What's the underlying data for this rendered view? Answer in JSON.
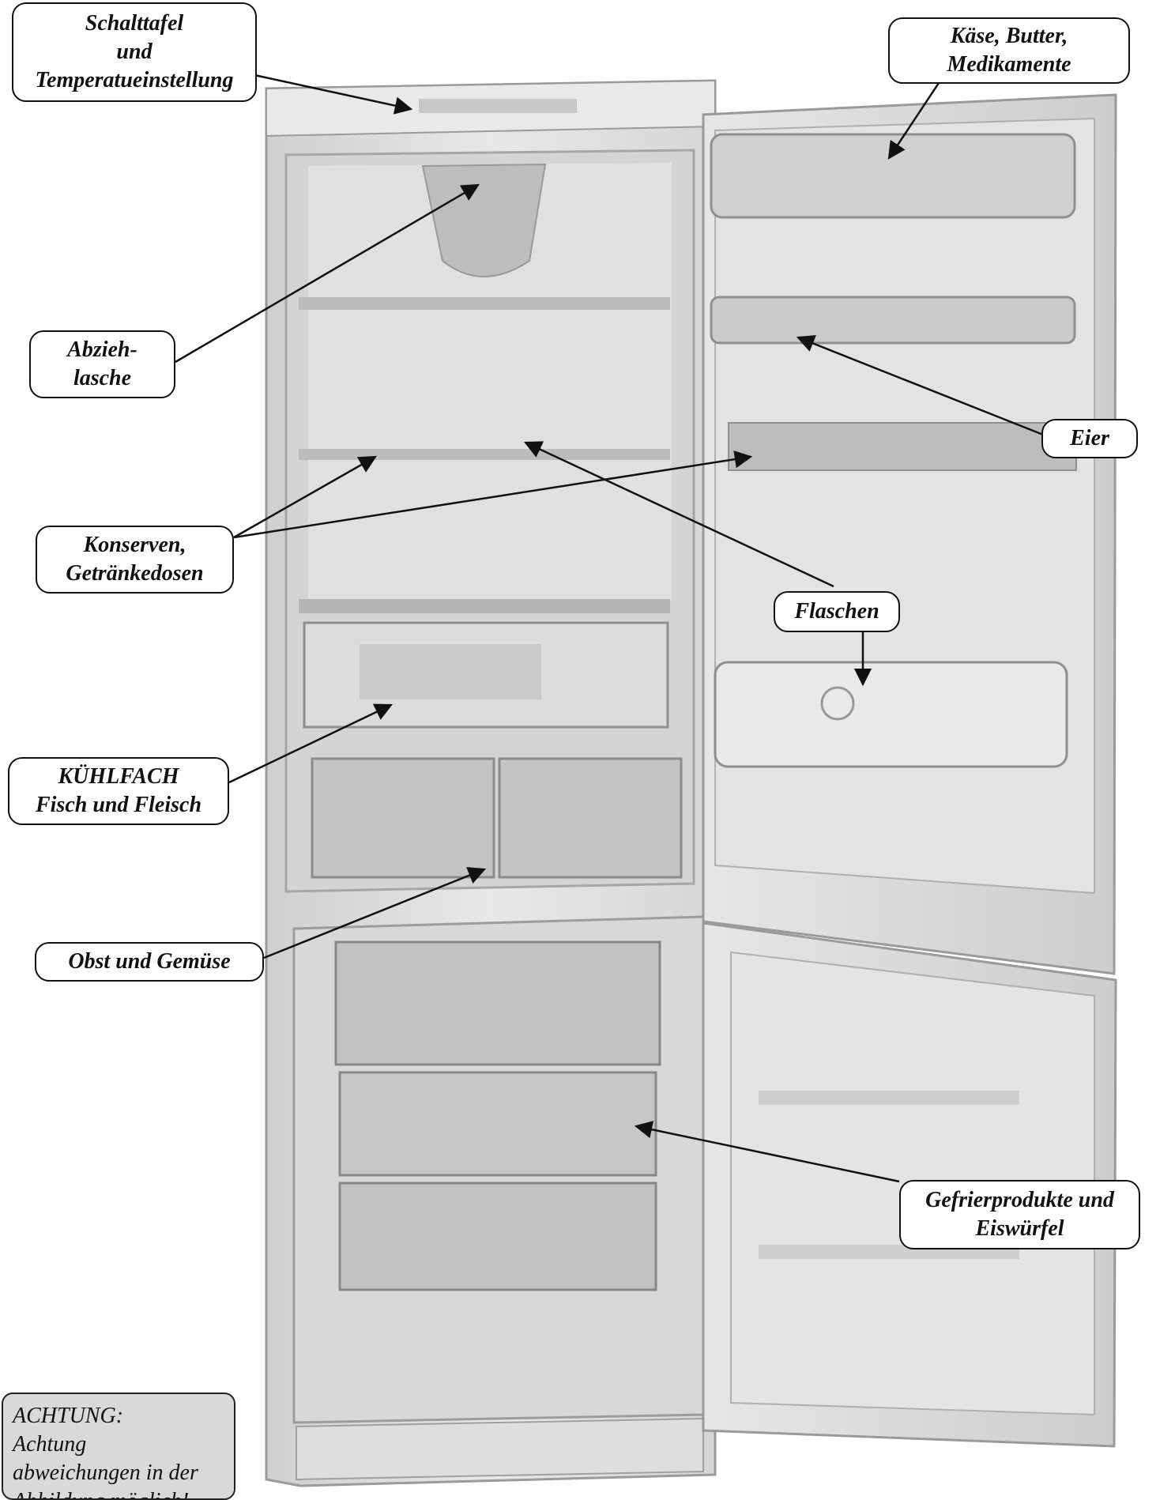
{
  "callouts": {
    "schalttafel": [
      "Schalttafel",
      "und",
      "Temperatueinstellung"
    ],
    "kaese": [
      "Käse, Butter,",
      "Medikamente"
    ],
    "abzieh": [
      "Abzieh-",
      "lasche"
    ],
    "eier": [
      "Eier"
    ],
    "konserven": [
      "Konserven,",
      "Getränkedosen"
    ],
    "flaschen": [
      "Flaschen"
    ],
    "kuehlfach": [
      "KÜHLFACH",
      "Fisch und Fleisch"
    ],
    "obst": [
      "Obst und Gemüse"
    ],
    "gefrier": [
      "Gefrierprodukte und",
      "Eiswürfel"
    ]
  },
  "note": [
    "ACHTUNG:",
    "Achtung",
    "abweichungen in der",
    "Abbildung möglich!"
  ],
  "colors": {
    "line": "#111111",
    "fridge_body": "#e3e3e3",
    "fridge_interior": "#d2d2d2",
    "note_background": "#d9d9d9"
  }
}
